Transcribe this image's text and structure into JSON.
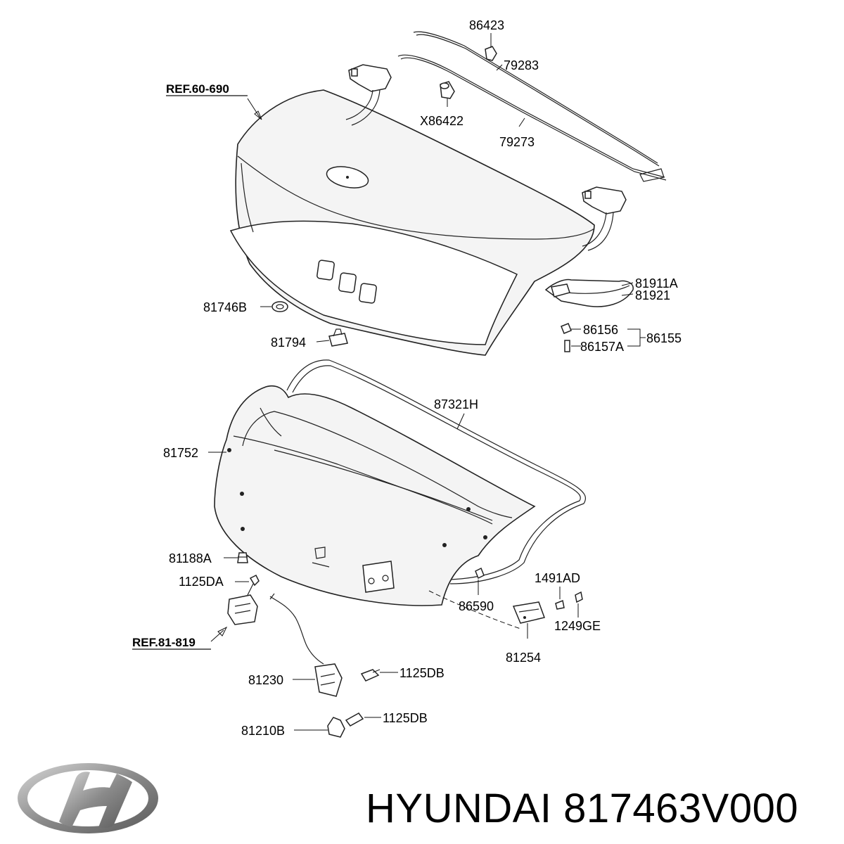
{
  "labels": {
    "ref_60_690": "REF.60-690",
    "ref_81_819": "REF.81-819",
    "p86423": "86423",
    "p79283": "79283",
    "pX86422": "X86422",
    "p79273": "79273",
    "p81911A": "81911A",
    "p81921": "81921",
    "p81746B": "81746B",
    "p86156": "86156",
    "p86155": "86155",
    "p86157A": "86157A",
    "p81794": "81794",
    "p87321H": "87321H",
    "p81752": "81752",
    "p81188A": "81188A",
    "p1125DA": "1125DA",
    "p1491AD": "1491AD",
    "p86590": "86590",
    "p1249GE": "1249GE",
    "p81254": "81254",
    "p81230": "81230",
    "p1125DB_a": "1125DB",
    "p1125DB_b": "1125DB",
    "p81210B": "81210B"
  },
  "brand": {
    "caption": "HYUNDAI 817463V000",
    "logo_icon": "hyundai-logo-icon",
    "logo_color": "#8a8a8a"
  },
  "colors": {
    "line": "#222222",
    "panel_fill": "#f4f4f4",
    "background": "#ffffff"
  }
}
